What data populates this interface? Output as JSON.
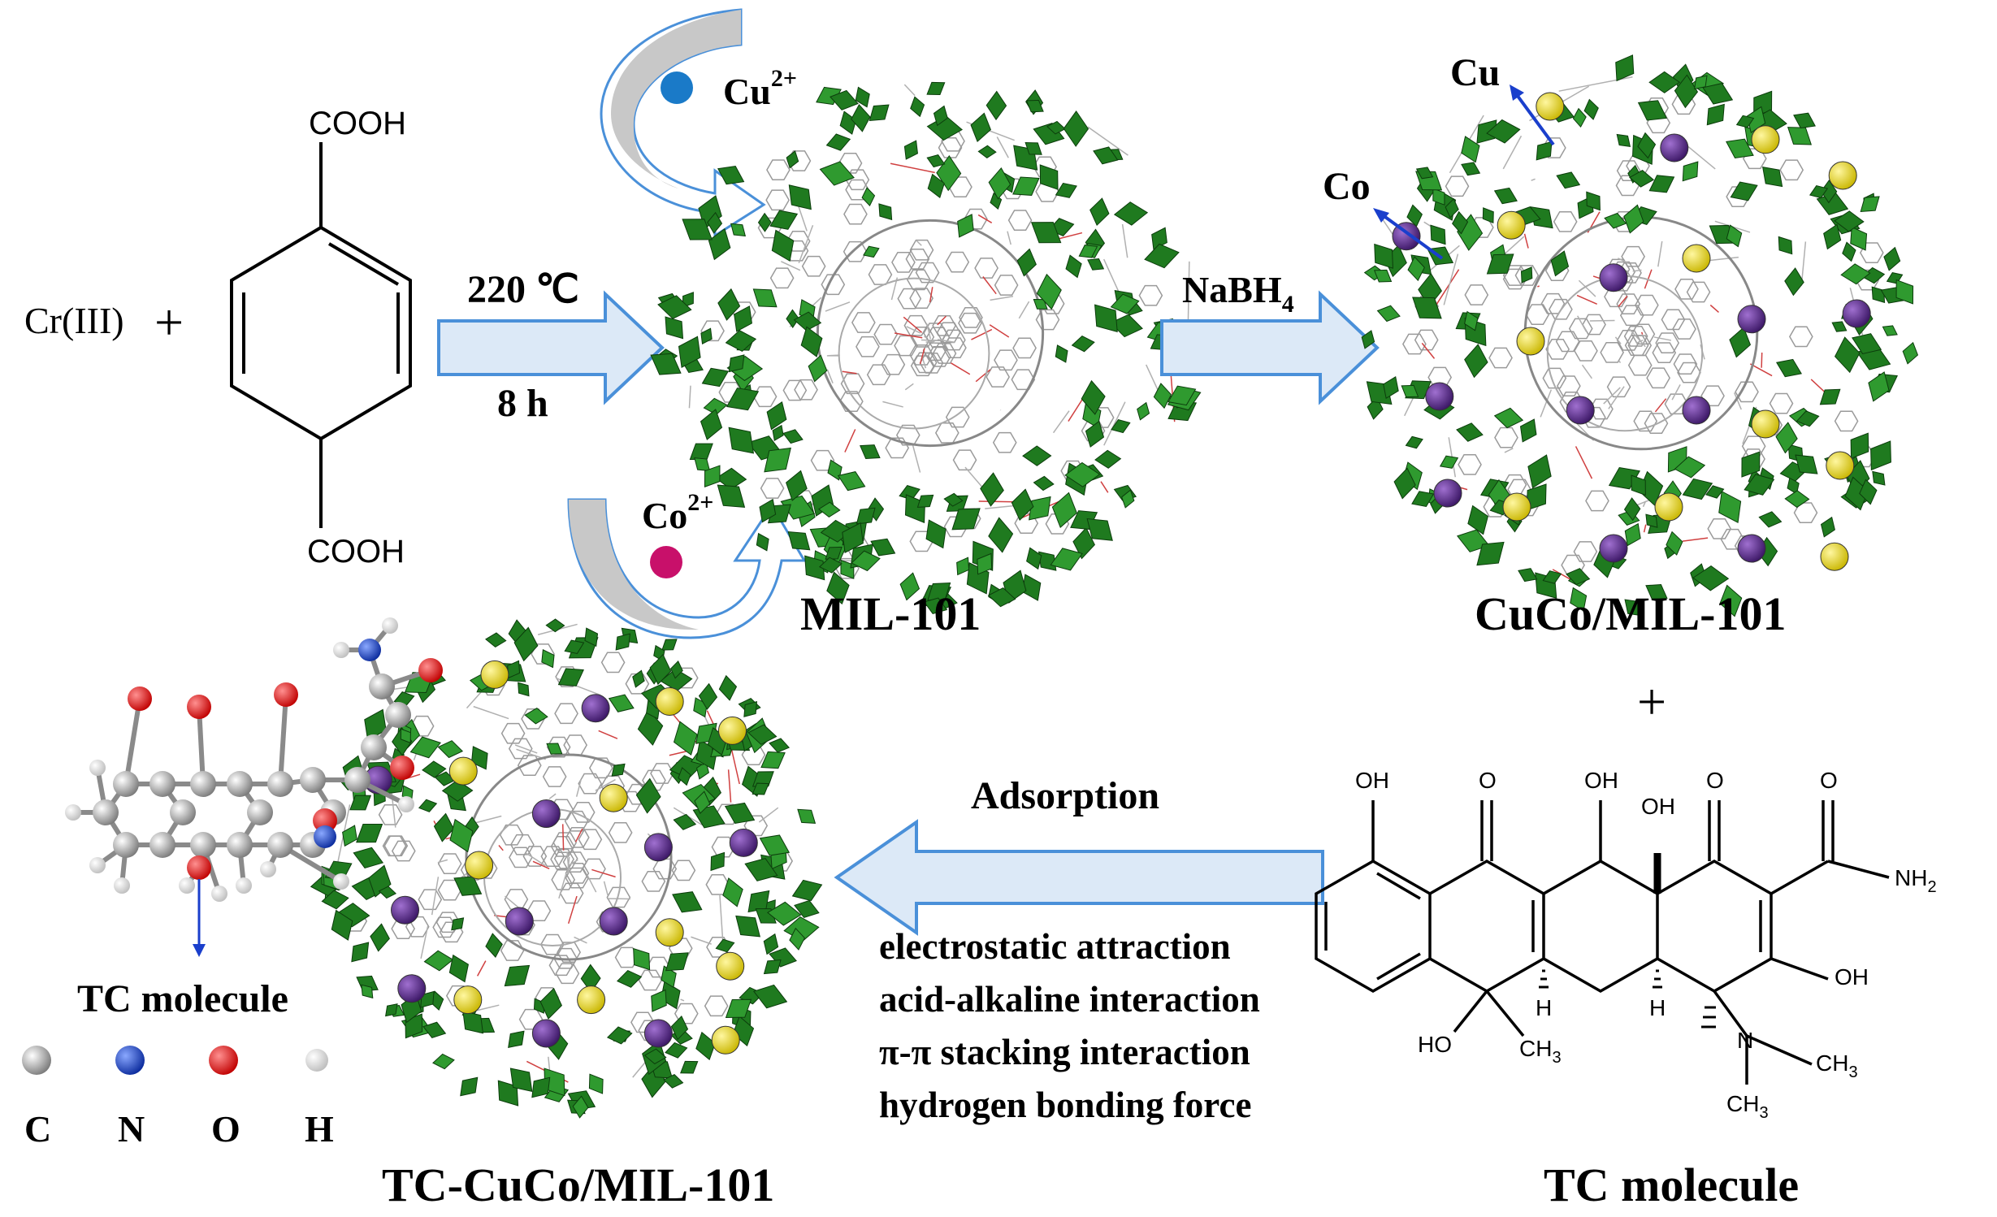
{
  "synthesis": {
    "reactant_metal": "Cr(III)",
    "plus": "+",
    "linker_top_group": "COOH",
    "linker_bottom_group": "COOH",
    "condition_temperature": "220 ℃",
    "condition_time": "8 h"
  },
  "ions": {
    "copper_ion": "Cu",
    "copper_charge": "2+",
    "cobalt_ion": "Co",
    "cobalt_charge": "2+"
  },
  "frameworks": {
    "mof_label": "MIL-101",
    "reducing_agent": "NaBH",
    "reducing_agent_sub": "4",
    "loaded_mof_label": "CuCo/MIL-101",
    "cu_pointer_label": "Cu",
    "co_pointer_label": "Co",
    "plus": "+",
    "final_label": "TC-CuCo/MIL-101"
  },
  "adsorption": {
    "title": "Adsorption",
    "mechanisms": [
      "electrostatic attraction",
      "acid-alkaline interaction",
      "π-π stacking interaction",
      "hydrogen bonding force"
    ]
  },
  "legend": {
    "title": "TC molecule",
    "atoms": [
      {
        "symbol": "C",
        "color": "#9a9a9a"
      },
      {
        "symbol": "N",
        "color": "#1238b8"
      },
      {
        "symbol": "O",
        "color": "#e01010"
      },
      {
        "symbol": "H",
        "color": "#e8e8e8"
      }
    ]
  },
  "tc_structure": {
    "caption": "TC molecule",
    "groups": {
      "oh_1": "OH",
      "o_1": "O",
      "oh_2": "OH",
      "oh_3": "OH",
      "o_2": "O",
      "o_3": "O",
      "nh2": "NH",
      "nh2_sub": "2",
      "oh_4": "OH",
      "ho": "HO",
      "ch3_1": "CH",
      "ch3_1_sub": "3",
      "h_1": "H",
      "h_2": "H",
      "n": "N",
      "ch3_2": "CH",
      "ch3_2_sub": "3",
      "ch3_3": "CH",
      "ch3_3_sub": "3"
    }
  },
  "colors": {
    "arrow_fill": "#dce9f7",
    "arrow_stroke": "#4a90d9",
    "mof_green": "#1f7a1f",
    "cu_particle": "#e6d400",
    "co_particle": "#5b2c8a",
    "cu_ion": "#1a7ac8",
    "co_ion": "#c8106a",
    "pointer": "#1a3fcc"
  }
}
